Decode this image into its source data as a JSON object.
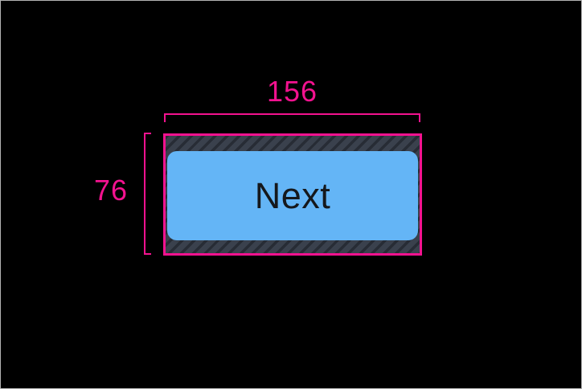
{
  "window": {
    "background": "#000000",
    "frame_border_color": "#B3B3B3"
  },
  "inspector_overlay": {
    "width_label": "156",
    "height_label": "76"
  },
  "widget": {
    "button_label": "Next"
  },
  "colors": {
    "highlight": "#F3128F",
    "button_fill": "#64B5F6",
    "button_text": "#15181C",
    "hatch_bg": "#3A414D",
    "hatch_stripe": "#272C35",
    "canvas_bg": "#000000",
    "frame_border": "#B3B3B3"
  }
}
